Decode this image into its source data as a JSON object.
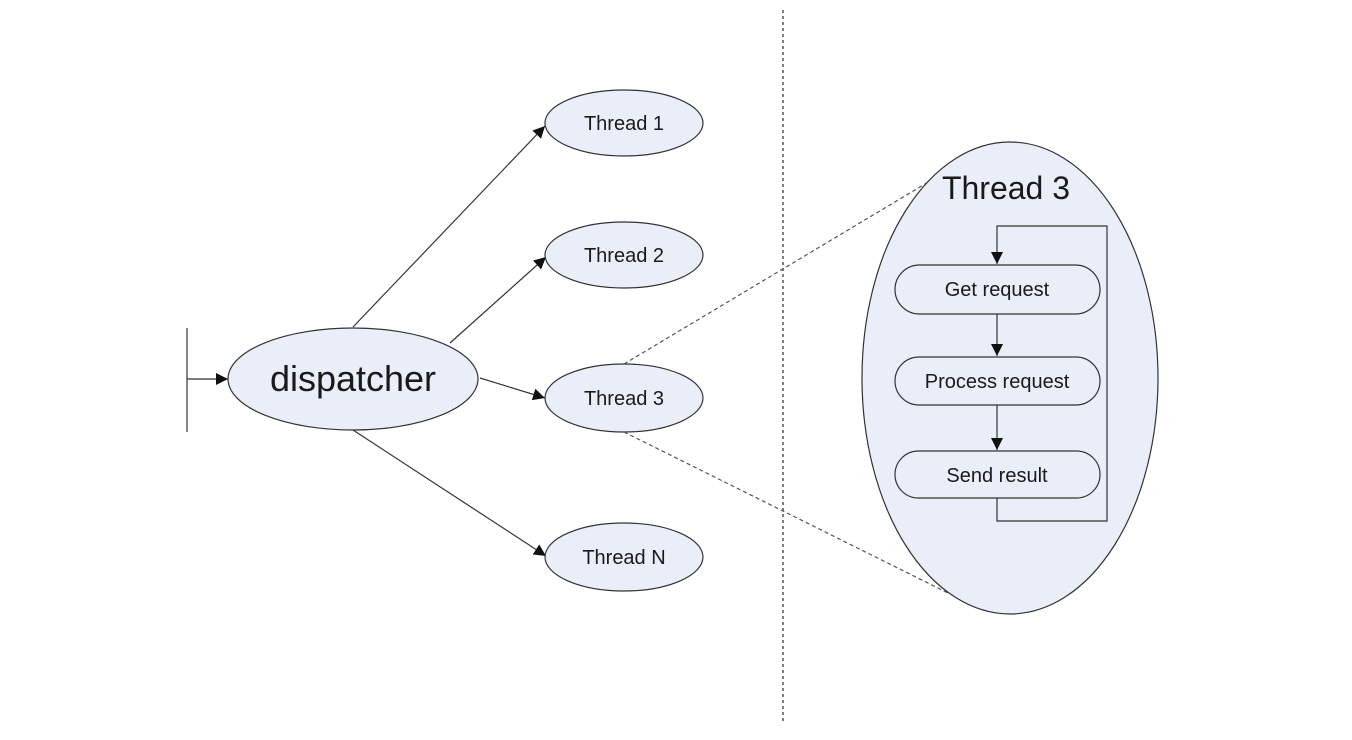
{
  "diagram": {
    "dispatcher": {
      "label": "dispatcher"
    },
    "threads": [
      {
        "id": "thread-1",
        "label": "Thread 1"
      },
      {
        "id": "thread-2",
        "label": "Thread 2"
      },
      {
        "id": "thread-3",
        "label": "Thread 3"
      },
      {
        "id": "thread-n",
        "label": "Thread N"
      }
    ],
    "detail": {
      "title": "Thread 3",
      "steps": [
        {
          "id": "get-request",
          "label": "Get request"
        },
        {
          "id": "process-request",
          "label": "Process request"
        },
        {
          "id": "send-result",
          "label": "Send result"
        }
      ]
    },
    "colors": {
      "node_fill": "#e9eef8",
      "stroke": "#333333"
    }
  }
}
